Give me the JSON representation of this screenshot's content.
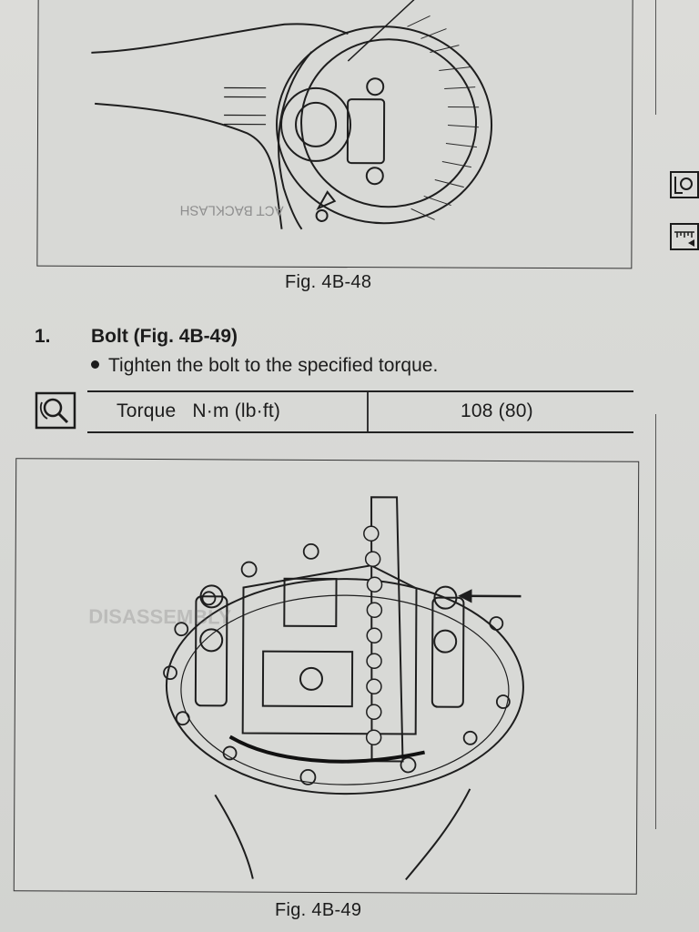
{
  "figures": {
    "top": {
      "caption": "Fig. 4B-48"
    },
    "bottom": {
      "caption": "Fig. 4B-49"
    }
  },
  "step": {
    "number": "1.",
    "title": "Bolt (Fig. 4B-49)",
    "bullet": "Tighten the bolt to the specified torque."
  },
  "torque_table": {
    "icon": "torque-wrench-icon",
    "label": "Torque",
    "unit": "N·m (lb·ft)",
    "value": "108 (80)"
  },
  "side_icons": [
    "inspect-icon",
    "gauge-icon"
  ]
}
